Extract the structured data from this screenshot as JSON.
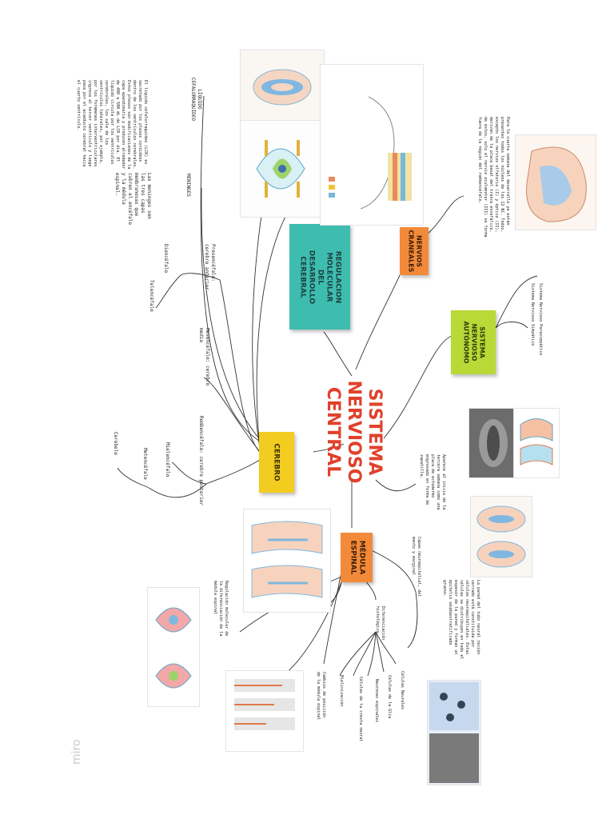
{
  "title": "SISTEMA NERVIOSO\nCENTRAL",
  "boxes": {
    "regulacion": "REGULACION\nMOLECULAR DEL\nDESARROLLO\nCEREBRAL",
    "cerebro": "CEREBRO",
    "nervios": "NERVIOS\nCRANEALES",
    "autonomo": "SISTEMA\nNERVIOSO\nAUTÓNOMO",
    "medula": "MÉDULA\nESPINAL"
  },
  "colors": {
    "title": "#e0412c",
    "teal": "#3fbcb0",
    "yellow": "#f2cc1f",
    "orange": "#f28a3a",
    "green": "#b8d936"
  },
  "texts": {
    "liquido_label": "LÍQUIDO\nCEFALORRAQUÍDEO",
    "liquido_body": "El líquido cefalorraquídeo (LCR) es\nsecretado por los plexos coroideos\ndentro de los ventrículos cerebrales.\nEstos plexos son modificaciones de la\ncapa ependimaria y producen alrededor\nde 400 a 500 mL de LCR por día. El\nlíquido circula por los ventrículos\ncerebrales, los sale de los\nventrículos laterales, por ejemplo,\npor los forámenes interventriculares\ningresa al tercer ventrículo y luego\npasa por el acueducto cerebral hacia\nel cuarto ventrículo.",
    "meninges_label": "MENINGES",
    "meninges_body": "Las meninges son\nlas tres capas\nmembranosas que\ncubren el encéfalo\ny la médula\nespinal.",
    "prosencefalo": "Prosencéfalo:\ncerebro anterior",
    "diencefalo": "Diencéfalo",
    "telencefalo": "Telencéfalo",
    "mesencefalo": "Mesencéfalo: cerebro\nmedio",
    "rombencefalo": "Rombencéfalo: cerebro posterior",
    "mielencefalo": "Mielencéfalo",
    "metencefalo": "Metencéfalo",
    "cerebelo": "Cerebelo",
    "nervios_body": "Para la cuarta semana del desarrollo ya están\npresentes todos los núcleos de los 12 NC. Todos,\nexcepto los nervios olfatorio (I) y óptico (II),\nderivan de la placa basal del tronco encefálico,\nde éstos, solo el nervio oculomotor (III) se forma\nfuera de la región del rombencéfalo.",
    "autonomo_a": "Sistema Nervioso Parasimpático",
    "autonomo_b": "Sistema Nervioso Simpático",
    "central_note": "Aparece al inicio de la\ntercera semana como una\nplaca de ectodermo\nengrosado en forma de\nzapatilla.",
    "capas_label": "Capas neuroepitelial, del\nmanto y marginal",
    "capas_body": "La pared del tubo neural recién\ncerrado está constituida por\ncélulas neuroepiteliales. Estas\ncélulas se distribuyen en todo el\nespesor de la pared y forman un\nepitelio seudoestratificado\ngrueso.",
    "diferenciacion_label": "Diferenciación\nhistológica",
    "item1": "Células Neurales",
    "item2": "Células de la Glía",
    "item3": "Neuronas espinales",
    "item4": "Células de la cresta neural",
    "item5": "Mielinización",
    "cambios": "Cambios de posición\nde la médula espinal",
    "regulacion_medula": "Regulación molecular de\nla diferenciación de la\nmédula espinal"
  },
  "watermark": "miro"
}
